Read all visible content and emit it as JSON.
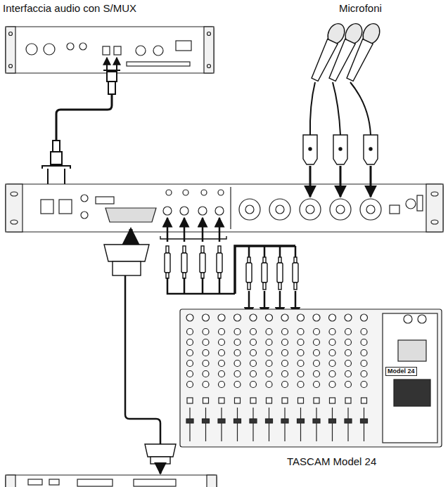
{
  "diagram": {
    "labels": [
      "Interfaccia audio con S/MUX",
      "Microfoni",
      "Model 24",
      "TASCAM Model 24"
    ]
  }
}
